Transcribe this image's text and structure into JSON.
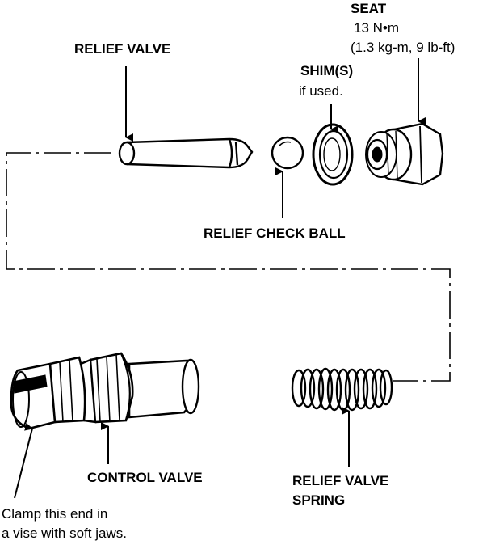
{
  "labels": {
    "relief_valve": "RELIEF VALVE",
    "seat_title": "SEAT",
    "seat_torque": "13 N•m",
    "seat_torque_alt": "(1.3 kg-m, 9 lb-ft)",
    "shim": "SHIM(S)",
    "shim_note": "if used.",
    "relief_check_ball": "RELIEF CHECK BALL",
    "control_valve": "CONTROL VALVE",
    "relief_valve_spring_1": "RELIEF VALVE",
    "relief_valve_spring_2": "SPRING",
    "clamp_note_1": "Clamp this end in",
    "clamp_note_2": "a vise with soft jaws."
  },
  "colors": {
    "ink": "#000000",
    "paper": "#ffffff"
  }
}
